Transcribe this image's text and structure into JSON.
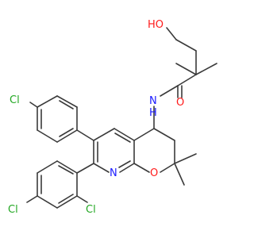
{
  "molecule": {
    "bond_color": "#3a3a3a",
    "colors": {
      "carbon": "#3a3a3a",
      "chlorine": "#22a722",
      "nitrogen": "#1a1aff",
      "oxygen": "#ff1a1a"
    },
    "atoms": {
      "cl_top": "Cl",
      "cl_left": "Cl",
      "cl_right": "Cl",
      "n_amide": "N",
      "h_amide": "H",
      "o_carbonyl": "O",
      "oh_label": "HO",
      "n_ring": "N",
      "o_ring": "O"
    }
  }
}
